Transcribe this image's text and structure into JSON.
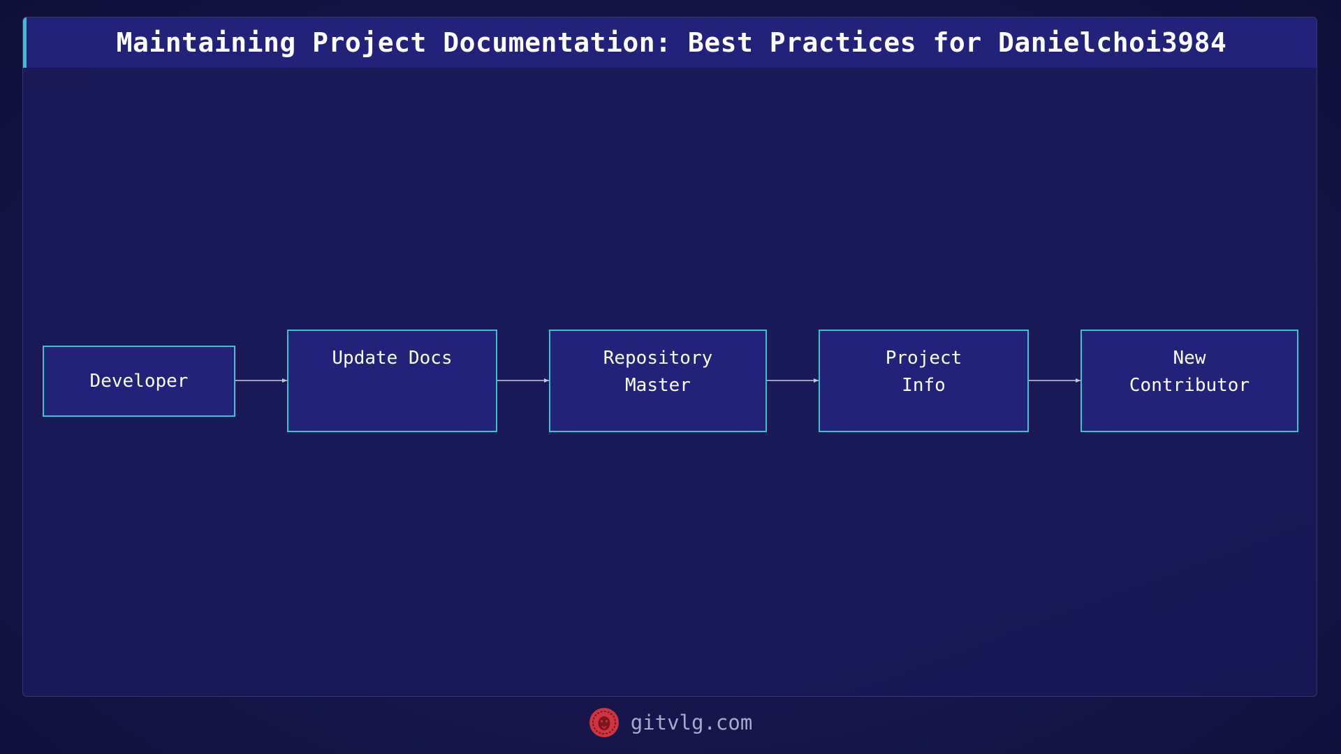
{
  "title": "Maintaining Project Documentation: Best Practices for Danielchoi3984",
  "diagram": {
    "nodes": [
      {
        "id": "developer",
        "label": "Developer"
      },
      {
        "id": "update-docs",
        "label": "Update Docs"
      },
      {
        "id": "repository-master",
        "label": "Repository\nMaster"
      },
      {
        "id": "project-info",
        "label": "Project\nInfo"
      },
      {
        "id": "new-contributor",
        "label": "New\nContributor"
      }
    ],
    "edges": [
      {
        "from": "developer",
        "to": "update-docs"
      },
      {
        "from": "update-docs",
        "to": "repository-master"
      },
      {
        "from": "repository-master",
        "to": "project-info"
      },
      {
        "from": "project-info",
        "to": "new-contributor"
      }
    ]
  },
  "footer": {
    "site": "gitvlg.com",
    "logo_icon": "lion-head-icon"
  },
  "colors": {
    "background": "#17174f",
    "node_fill": "#23227a",
    "node_border": "#3cc2c9",
    "arrow": "#c8c8dc",
    "logo": "#d0343f"
  }
}
